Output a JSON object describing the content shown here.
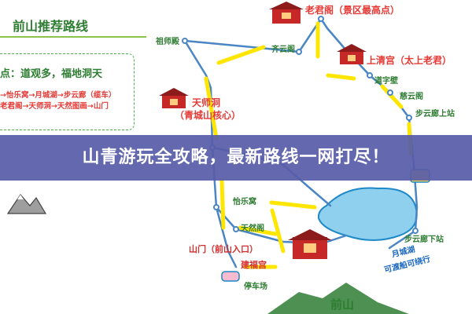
{
  "map_title": "前山推荐路线",
  "highlights": "点：道观多，福地洞天",
  "route_line_1": "→怡乐窝→月城湖→步云廊（缆车）",
  "route_line_2": "老君阁→天师洞→天然图画→山门",
  "banner_title": "山青游玩全攻略，最新路线一网打尽！",
  "places": {
    "laojunge": "老君阁（景区最高点）",
    "zushidian": "祖师殿",
    "qiyunge": "齐云阁",
    "shangqinggong": "上清宫（太上老君）",
    "daozibi": "道字壁",
    "ciyunge": "慈云阁",
    "buyunlang_top": "步云廊上站",
    "tianshidong": "天师洞",
    "tianshidong_sub": "（青城山核心）",
    "yilewo": "怡乐窝",
    "tianrange": "天然阁",
    "shanmen": "山门（前山入口）",
    "jianfugong": "建福宫",
    "tingchechang": "停车场",
    "buyunlang_bottom": "步云廊下站",
    "yuechenghu": "月城湖",
    "dukou": "可渡船可绕行",
    "qianshan": "前山"
  },
  "colors": {
    "route": "#4a86c5",
    "highlight": "#ffe600",
    "banner": "#585ca8",
    "green": "#2e7d32",
    "red": "#e53935",
    "lake": "#8fd0ef"
  }
}
